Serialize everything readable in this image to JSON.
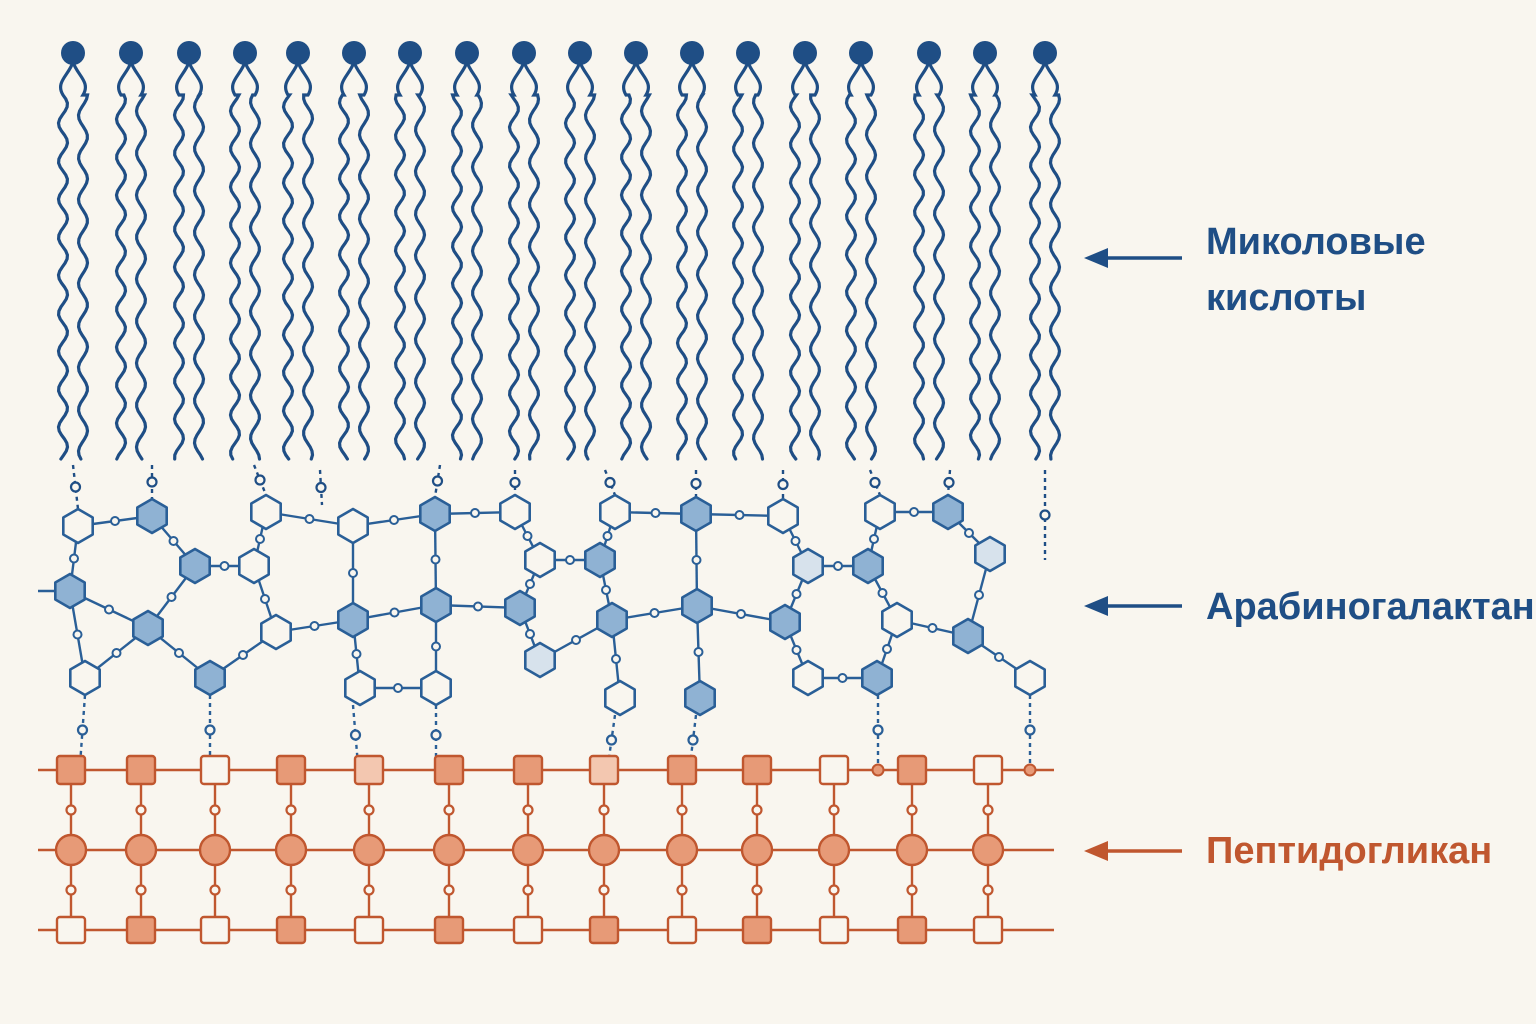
{
  "labels": {
    "mycolic_acids": "Миколовые\nкислоты",
    "arabinogalactan": "Арабиногалактан",
    "peptidoglycan": "Пептидогликан"
  },
  "colors": {
    "background": "#f9f6ef",
    "mycolic_blue": "#1f4e85",
    "arabinogalactan_blue": "#2a5f97",
    "arabinogalactan_fill": "#8fb2d3",
    "arabinogalactan_fill_light": "#d7e2ec",
    "peptidoglycan_orange": "#c0572f",
    "peptidoglycan_fill": "#e79a77",
    "peptidoglycan_fill_light": "#f3c7b0"
  }
}
